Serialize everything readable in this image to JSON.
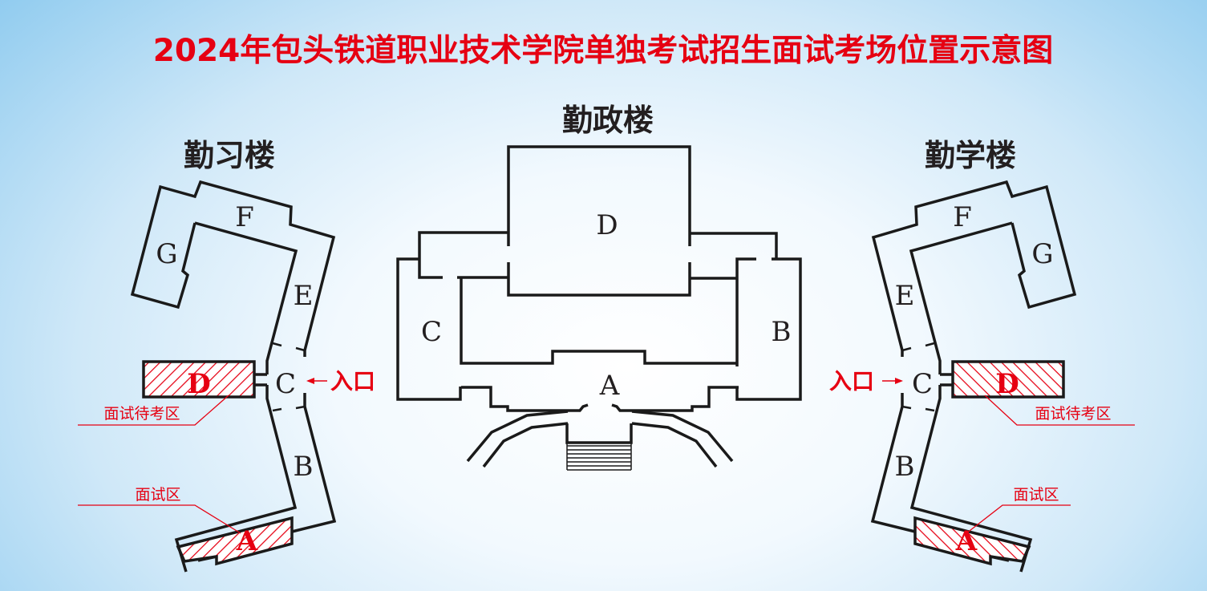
{
  "title": "2024年包头铁道职业技术学院单独考试招生面试考场位置示意图",
  "colors": {
    "accent": "#e60012",
    "wall": "#1a1a1a"
  },
  "buildings": {
    "left": {
      "name": "勤习楼",
      "sections": {
        "A": "A",
        "B": "B",
        "C": "C",
        "D": "D",
        "E": "E",
        "F": "F",
        "G": "G"
      },
      "entrance": "入口",
      "waiting_area": "面试待考区",
      "interview_area": "面试区"
    },
    "center": {
      "name": "勤政楼",
      "sections": {
        "A": "A",
        "B": "B",
        "C": "C",
        "D": "D"
      }
    },
    "right": {
      "name": "勤学楼",
      "sections": {
        "A": "A",
        "B": "B",
        "C": "C",
        "D": "D",
        "E": "E",
        "F": "F",
        "G": "G"
      },
      "entrance": "入口",
      "waiting_area": "面试待考区",
      "interview_area": "面试区"
    }
  }
}
